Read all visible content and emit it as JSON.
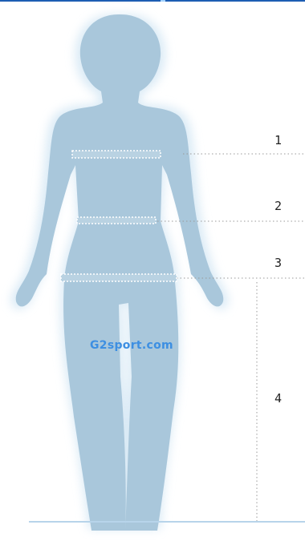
{
  "markers": {
    "m1": "1",
    "m2": "2",
    "m3": "3",
    "m4": "4"
  },
  "watermark": "G2sport.com",
  "colors": {
    "body_fill": "#a9c7db",
    "body_glow": "#d4e7f4",
    "guide_line": "#999999",
    "measure_line": "#ffffff",
    "watermark": "#3d8fe2",
    "ground_line": "#b7d4ea",
    "top_bar": "#1d5db3"
  }
}
